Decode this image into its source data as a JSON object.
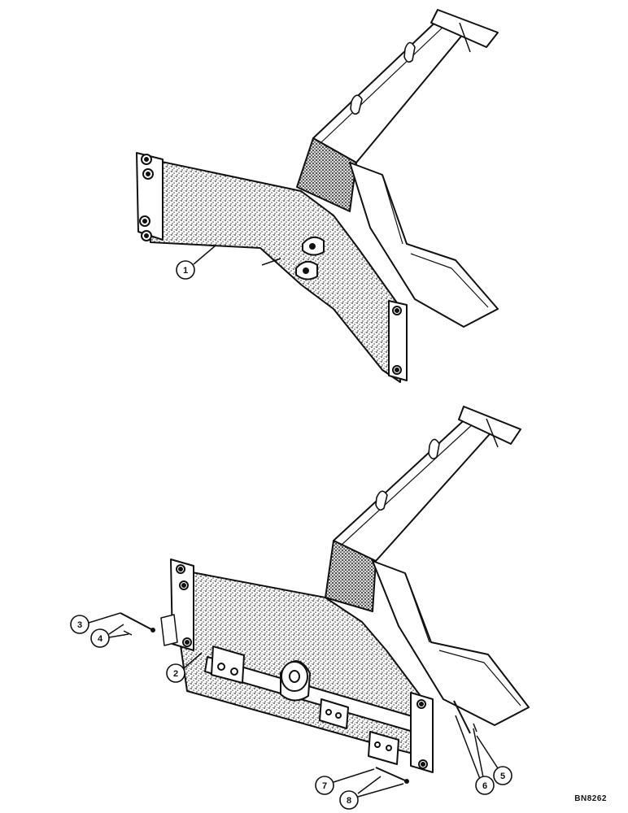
{
  "callouts": [
    {
      "label": "1"
    },
    {
      "label": "2"
    },
    {
      "label": "3"
    },
    {
      "label": "4"
    },
    {
      "label": "5"
    },
    {
      "label": "6"
    },
    {
      "label": "7"
    },
    {
      "label": "8"
    }
  ],
  "reference_code": "BN8262",
  "colors": {
    "ink": "#111111",
    "paper": "#ffffff",
    "stipple": "#555555"
  }
}
